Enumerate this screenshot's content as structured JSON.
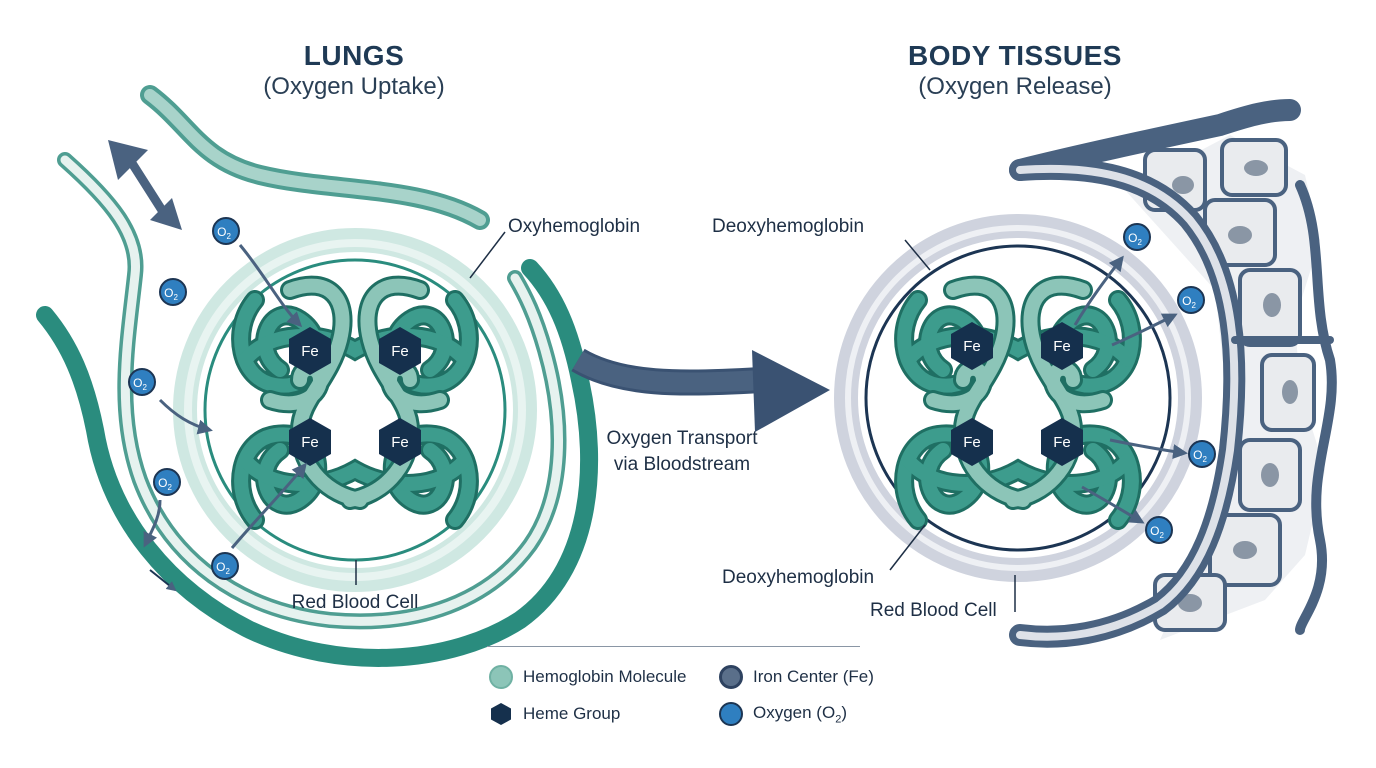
{
  "lungs": {
    "title": "LUNGS",
    "subtitle": "(Oxygen Uptake)",
    "label_molecule": "Oxyhemoglobin",
    "label_cell": "Red Blood Cell"
  },
  "tissues": {
    "title": "BODY TISSUES",
    "subtitle": "(Oxygen Release)",
    "label_molecule_top": "Deoxyhemoglobin",
    "label_molecule_bottom": "Deoxyhemoglobin",
    "label_cell": "Red Blood Cell"
  },
  "transport": {
    "line1": "Oxygen Transport",
    "line2": "via Bloodstream"
  },
  "iron_label": "Fe",
  "oxygen_label": "O",
  "oxygen_subscript": "2",
  "legend": {
    "hemoglobin": "Hemoglobin Molecule",
    "iron": "Iron Center (Fe)",
    "heme": "Heme Group",
    "oxygen": "Oxygen (O",
    "oxygen_sub": "2",
    "oxygen_close": ")"
  },
  "colors": {
    "teal_dark": "#2a8c7e",
    "teal_light": "#8cc5b8",
    "navy": "#1c3553",
    "slate": "#4a6280",
    "oxygen_blue": "#2f7fc0",
    "rbc_ring_light": "#cfe8e2",
    "rbc_ring_grey": "#cfd3de"
  }
}
